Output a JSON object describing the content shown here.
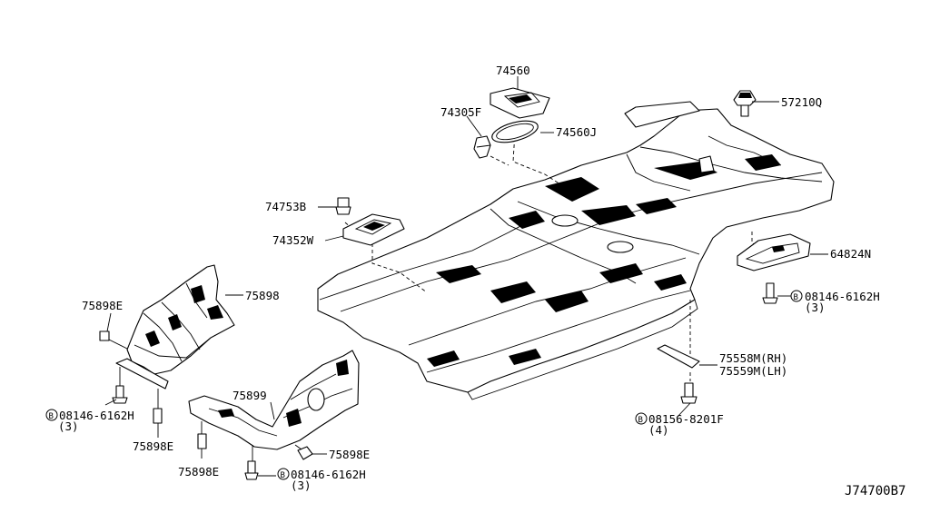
{
  "labels": {
    "p74560": "74560",
    "p74305f": "74305F",
    "p74560j": "74560J",
    "p57210q": "57210Q",
    "p74753b": "74753B",
    "p74352w": "74352W",
    "p64824n": "64824N",
    "p75898e_left": "75898E",
    "p75898": "75898",
    "p75899": "75899",
    "p75898e_a": "75898E",
    "p75898e_b": "75898E",
    "p75898e_c": "75898E",
    "p75558m": "75558M(RH)",
    "p75559m": "75559M(LH)"
  },
  "bolts": {
    "left": {
      "symbol": "B",
      "number": "08146-6162H",
      "qty": "(3)"
    },
    "bottom": {
      "symbol": "B",
      "number": "08146-6162H",
      "qty": "(3)"
    },
    "right": {
      "symbol": "B",
      "number": "08146-6162H",
      "qty": "(3)"
    },
    "rear": {
      "symbol": "B",
      "number": "08156-8201F",
      "qty": "(4)"
    }
  },
  "diagram_code": "J74700B7"
}
